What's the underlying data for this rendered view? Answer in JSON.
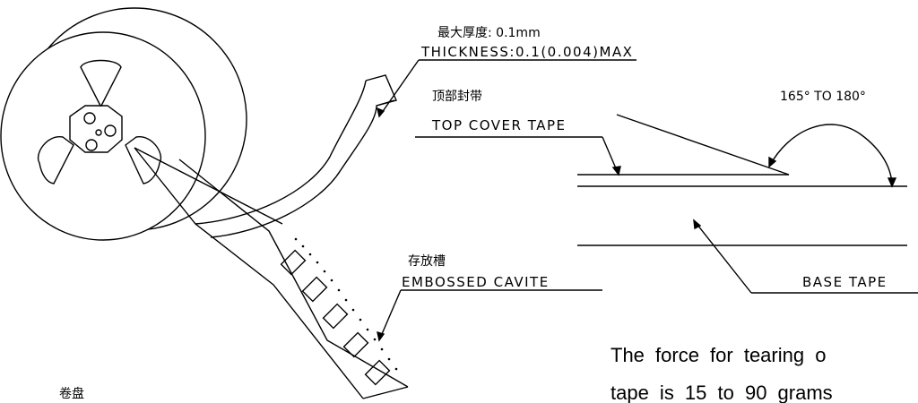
{
  "labels": {
    "thickness_cn": "最大厚度: 0.1mm",
    "thickness_en": "THICKNESS:0.1(0.004)MAX",
    "top_cover_cn": "顶部封带",
    "top_cover_en": "TOP COVER TAPE",
    "angle": "165° TO 180°",
    "base_tape": "BASE TAPE",
    "cavity_cn": "存放槽",
    "cavity_en": "EMBOSSED CAVITE",
    "reel_cn": "卷盘"
  },
  "note": {
    "line1": "The force for tearing o",
    "line2": "tape is 15 to 90 grams"
  }
}
